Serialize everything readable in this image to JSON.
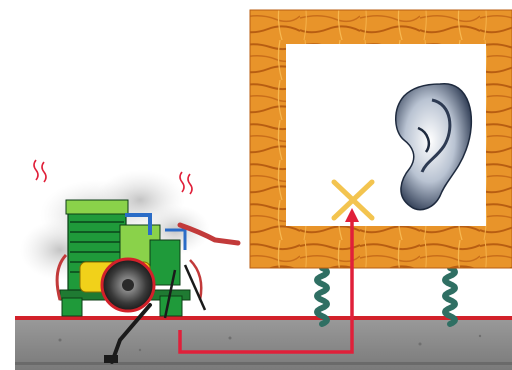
{
  "illustration": {
    "subject": "vibration-isolation",
    "elements": [
      "engine",
      "smoke-cloud",
      "heat-wavy-lines",
      "ground-slab",
      "wooden-wall-panel",
      "ear",
      "spring-isolator-left",
      "spring-isolator-right",
      "vibration-path-arrow",
      "blocked-cross"
    ],
    "colors": {
      "background": "#ffffff",
      "ground": "#8c8c8c",
      "ground_edge": "#d2212a",
      "wood": "#e8942a",
      "wood_grain": "#b85e12",
      "panel": "#ffffff",
      "spring": "#2f6f63",
      "engine_green": "#1f9a3a",
      "engine_light": "#8ad24a",
      "engine_yellow": "#f1d11a",
      "arrow": "#e0203a",
      "cross": "#f3c44f",
      "ear": "#3a4d6a"
    }
  }
}
